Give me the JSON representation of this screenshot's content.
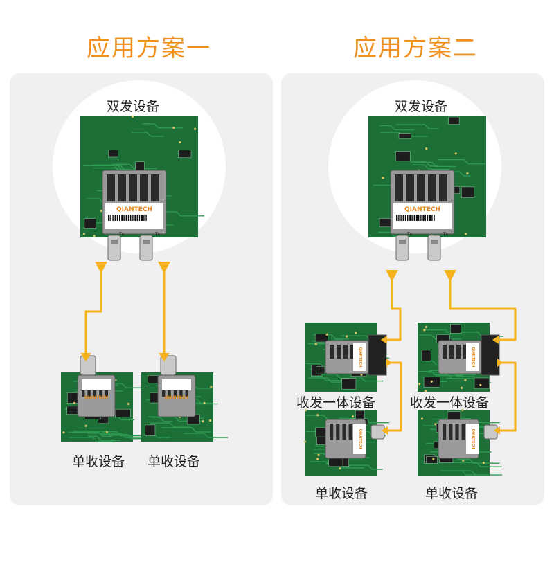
{
  "colors": {
    "accent": "#f0901e",
    "line": "#f5b21b",
    "panel": "#f0f0f0",
    "pcb": "#1e7a3a"
  },
  "scheme1": {
    "title": "应用方案一",
    "device_label": "双发设备",
    "module_brand": "QIANTECH",
    "port_labels": [
      "Tx",
      "Tx"
    ],
    "receivers": [
      {
        "label": "单收设备"
      },
      {
        "label": "单收设备"
      }
    ]
  },
  "scheme2": {
    "title": "应用方案二",
    "device_label": "双发设备",
    "module_brand": "QIANTECH",
    "port_labels": [
      "Tx",
      "Tx"
    ],
    "transceiver_label": "收发一体设备",
    "transceivers": [
      {
        "label": "收发一体设备"
      },
      {
        "label": "收发一体设备"
      }
    ],
    "receivers": [
      {
        "label": "单收设备"
      },
      {
        "label": "单收设备"
      }
    ]
  },
  "icons": [
    "pcb-board-icon",
    "fiber-module-icon",
    "bnc-connector-icon",
    "arrow-icon"
  ]
}
